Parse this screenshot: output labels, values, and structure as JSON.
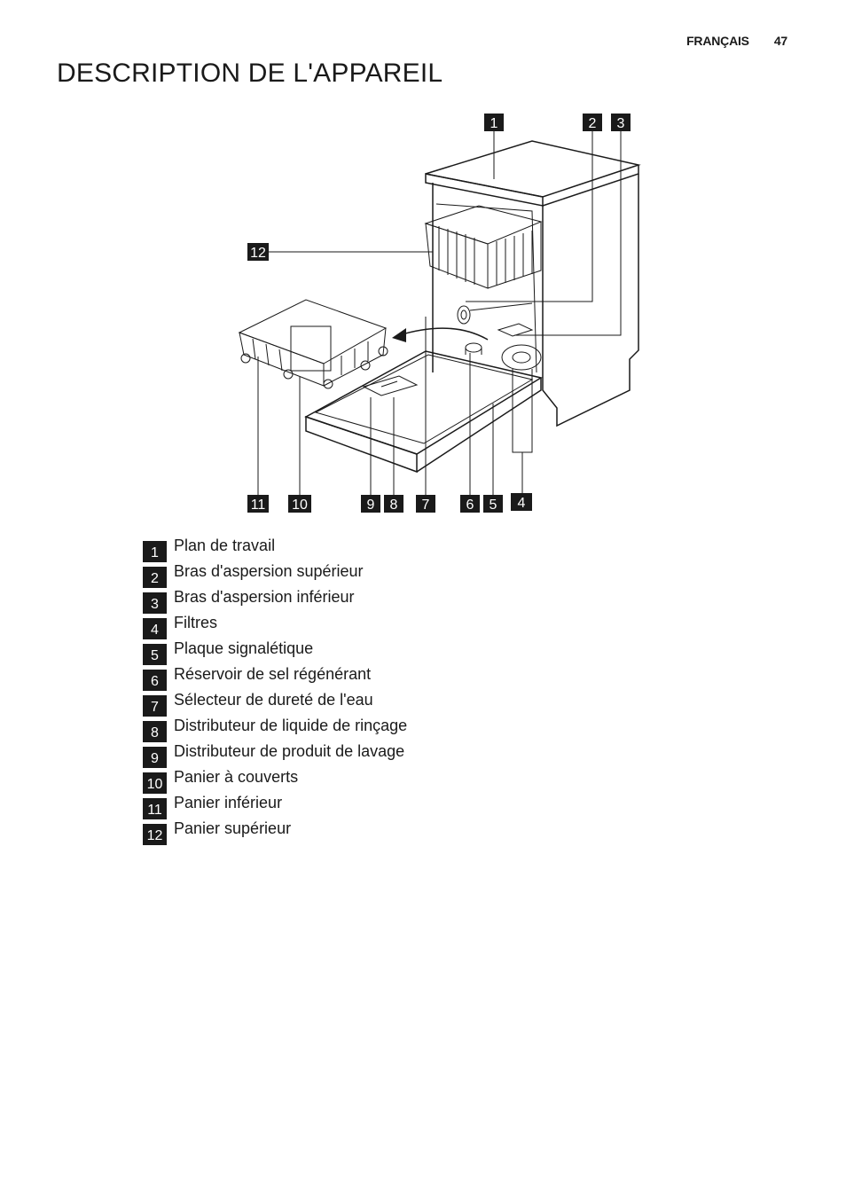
{
  "header": {
    "language": "FRANÇAIS",
    "page_number": "47"
  },
  "title": "DESCRIPTION DE L'APPAREIL",
  "callouts": [
    "1",
    "2",
    "3",
    "4",
    "5",
    "6",
    "7",
    "8",
    "9",
    "10",
    "11",
    "12"
  ],
  "legend": [
    {
      "num": "1",
      "label": "Plan de travail"
    },
    {
      "num": "2",
      "label": "Bras d'aspersion supérieur"
    },
    {
      "num": "3",
      "label": "Bras d'aspersion inférieur"
    },
    {
      "num": "4",
      "label": "Filtres"
    },
    {
      "num": "5",
      "label": "Plaque signalétique"
    },
    {
      "num": "6",
      "label": "Réservoir de sel régénérant"
    },
    {
      "num": "7",
      "label": "Sélecteur de dureté de l'eau"
    },
    {
      "num": "8",
      "label": "Distributeur de liquide de rinçage"
    },
    {
      "num": "9",
      "label": "Distributeur de produit de lavage"
    },
    {
      "num": "10",
      "label": "Panier à couverts"
    },
    {
      "num": "11",
      "label": "Panier inférieur"
    },
    {
      "num": "12",
      "label": "Panier supérieur"
    }
  ]
}
